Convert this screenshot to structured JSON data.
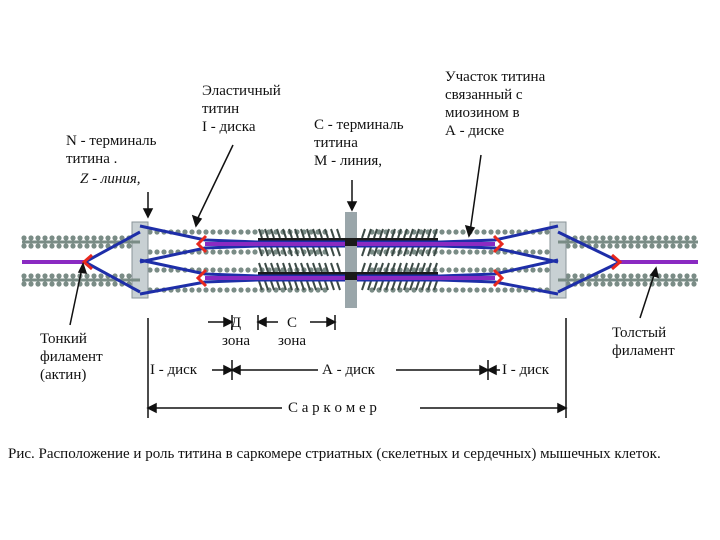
{
  "labels": {
    "elastic_titin": "Эластичный\nтитин\nI - диска",
    "n_terminal": "N - терминаль\nтитина .",
    "z_line": "Z - линия,",
    "c_terminal": "С - терминаль\nтитина\nМ - линия,",
    "myosin_bound": "Участок титина\nсвязанный с\nмиозином в\nА - диске",
    "thin_filament": "Тонкий\nфиламент\n(актин)",
    "thick_filament": "Толстый\nфиламент",
    "d_zone": "Д\nзона",
    "c_zone": "С\nзона",
    "i_disk_left": "I - диск",
    "a_disk": "А - диск",
    "i_disk_right": "I - диск",
    "sarcomere": "С а р к о м е р"
  },
  "caption": "Рис. Расположение и роль титина в саркомере стриатных (скелетных и сердечных) мышечных клеток.",
  "colors": {
    "actin": "#7a8c86",
    "myosin_head": "#3c4a46",
    "titin_blue": "#1e2ea8",
    "titin_purple": "#8a2ac2",
    "pevk_red": "#e8281e",
    "disc_gray": "#9aa3a7",
    "m_line": "#8e9ea2"
  }
}
